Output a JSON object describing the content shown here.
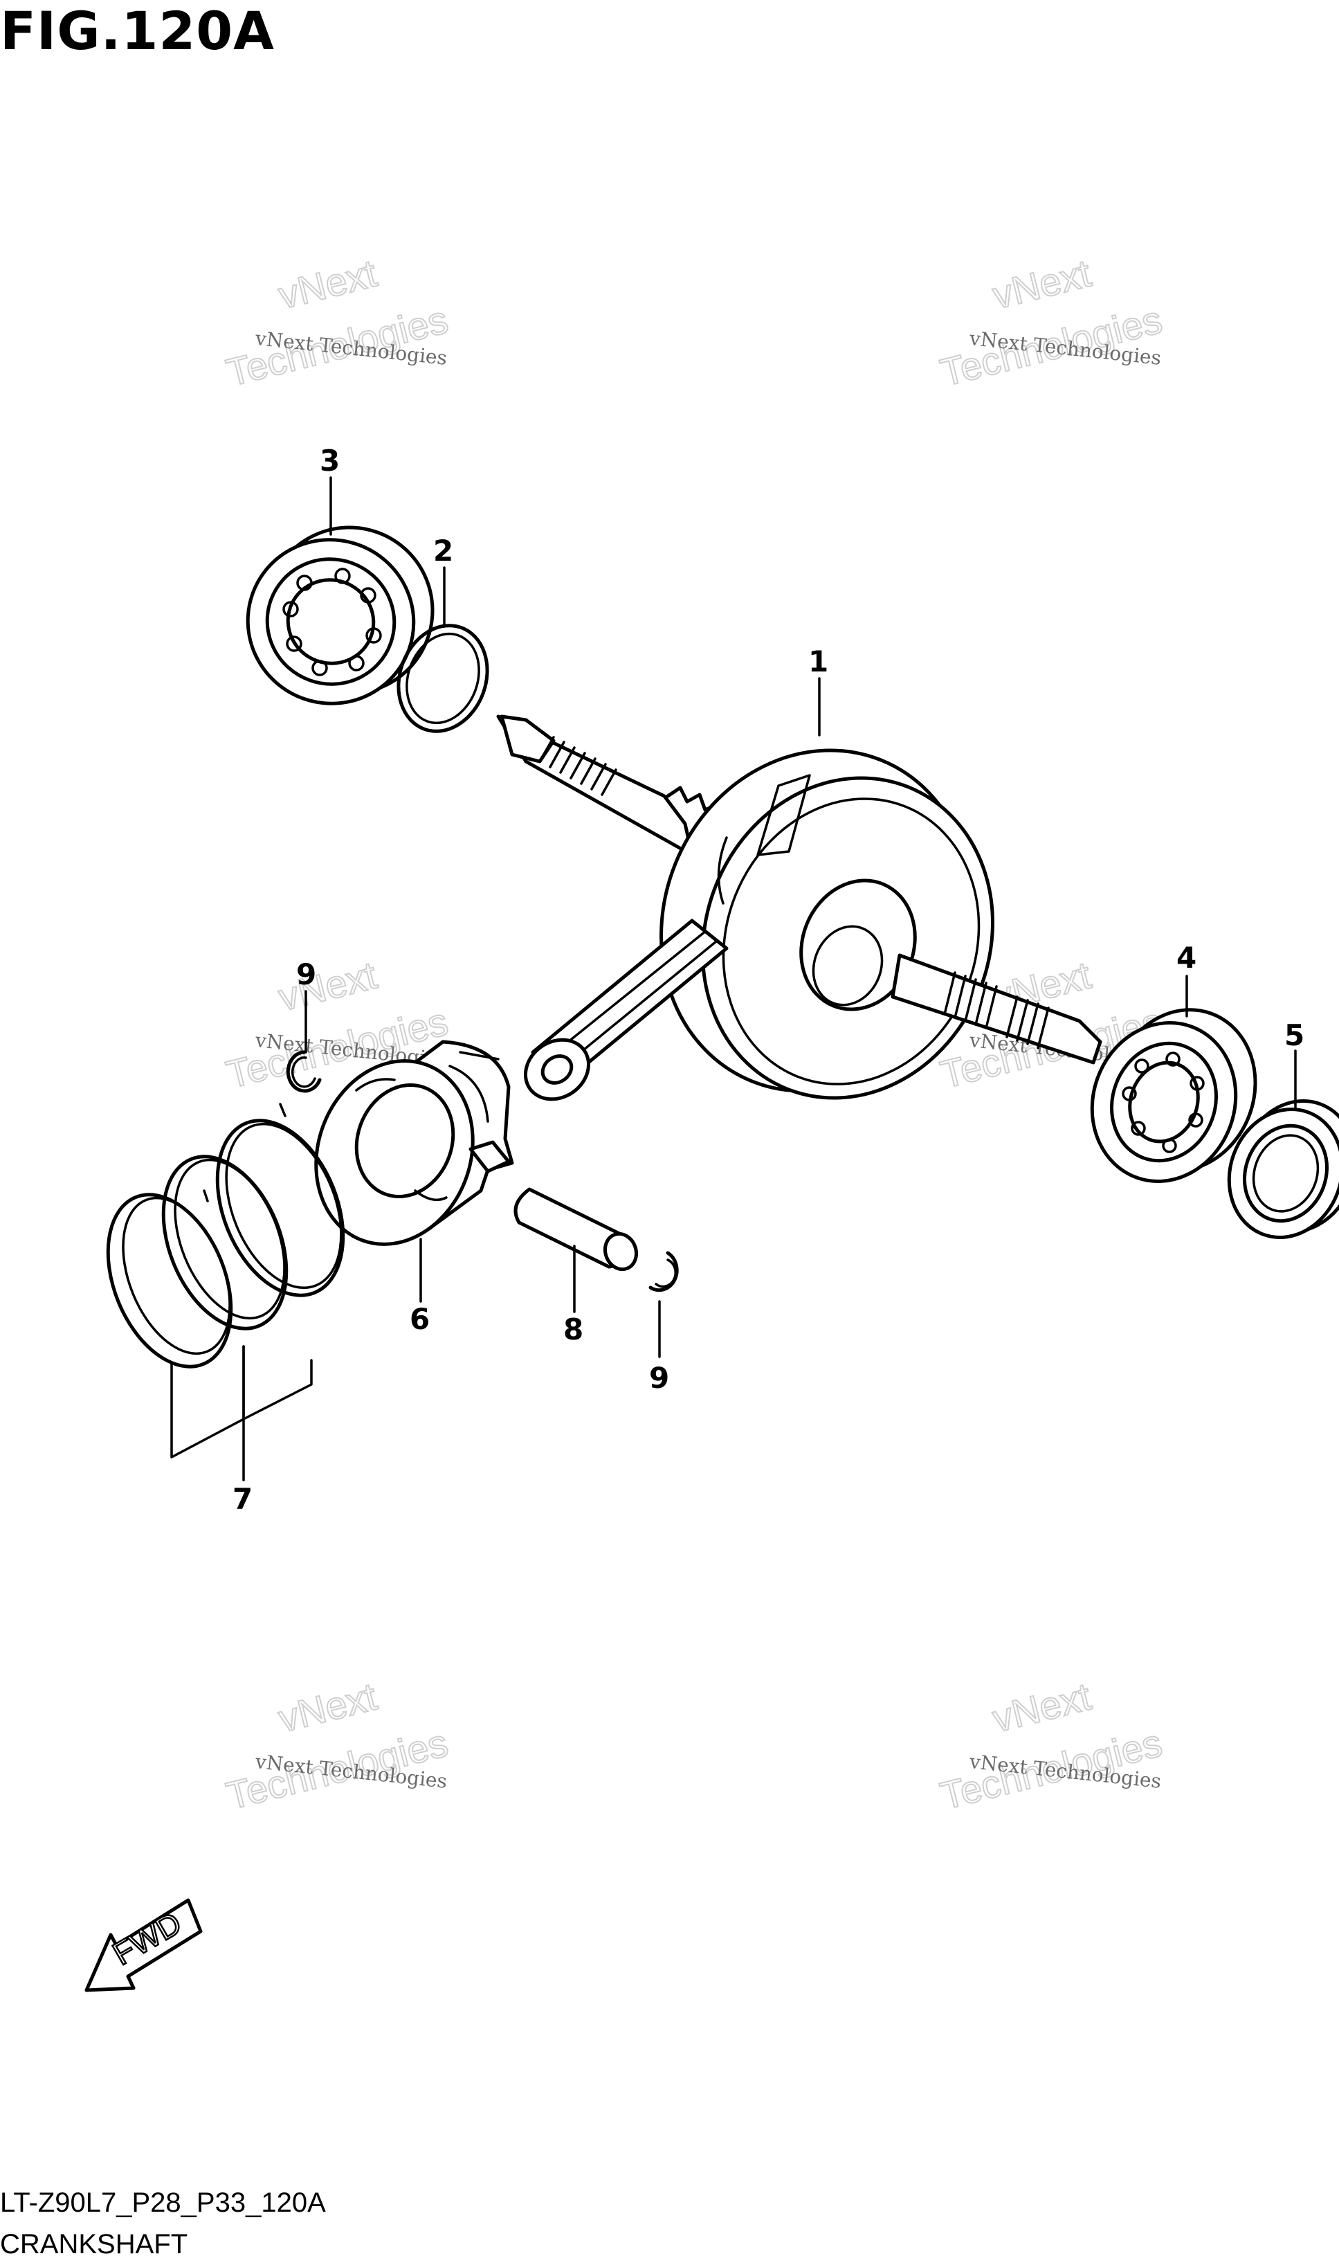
{
  "figure": {
    "title": "FIG.120A",
    "diagram_code": "LT-Z90L7_P28_P33_120A",
    "section_name": "CRANKSHAFT"
  },
  "callouts": [
    "1",
    "2",
    "3",
    "4",
    "5",
    "6",
    "7",
    "8",
    "9",
    "9"
  ],
  "watermark": {
    "line1": "vNext Technologies",
    "line2a": "vNext",
    "line2b": "Technologies"
  },
  "direction_arrow": {
    "label": "FWD"
  },
  "colors": {
    "ink": "#000000",
    "paper": "#ffffff",
    "watermark": "#6a6a6a"
  }
}
